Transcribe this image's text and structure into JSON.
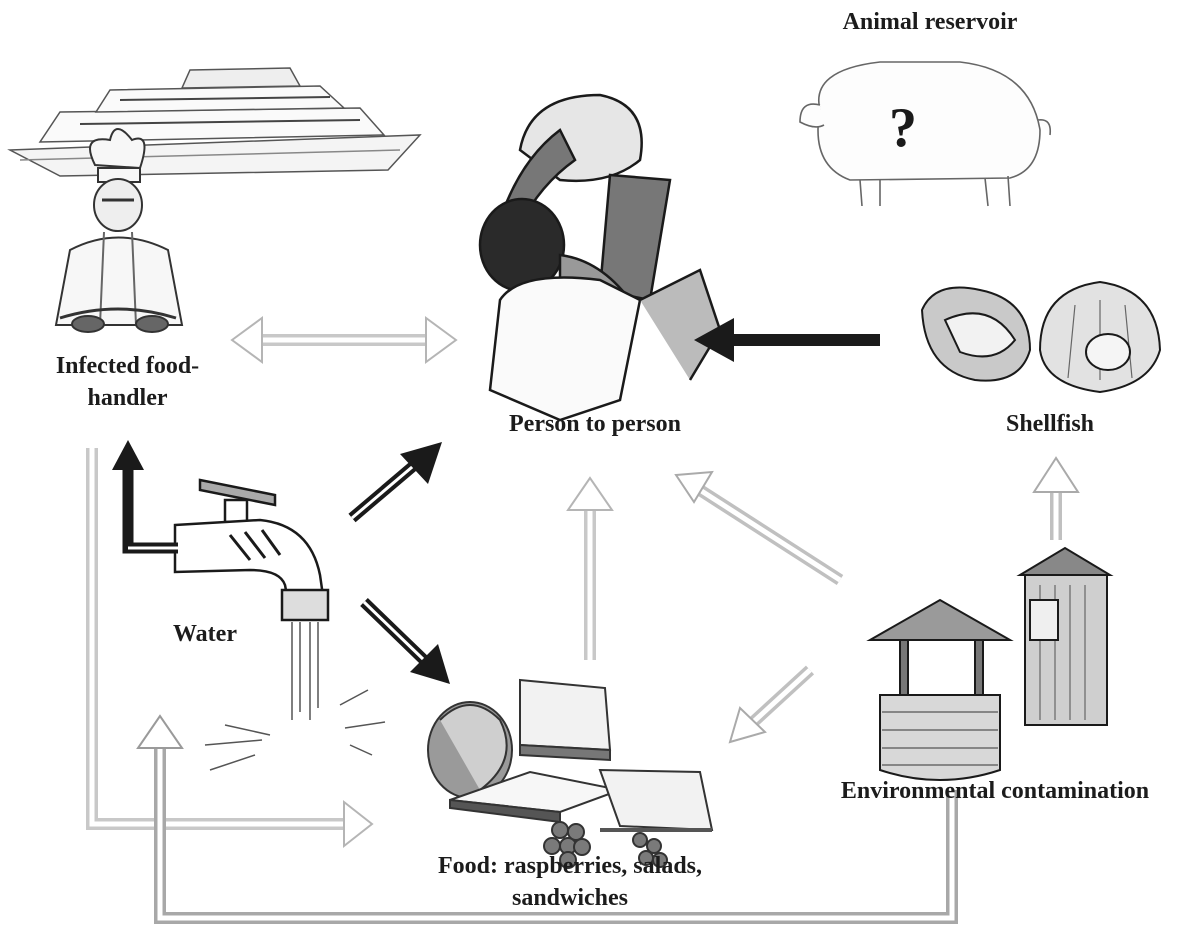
{
  "labels": {
    "animal_reservoir": "Animal reservoir",
    "unknown_mark": "?",
    "infected_food_handler": "Infected food-handler",
    "person_to_person": "Person to person",
    "shellfish": "Shellfish",
    "water": "Water",
    "environmental_contamination": "Environmental contamination",
    "food": "Food: raspberries, salads, sandwiches"
  },
  "colors": {
    "dark_arrow": "#1a1a1a",
    "light_arrow": "#bdbdbd",
    "text": "#1c1c1c"
  },
  "icons": [
    "cruise-ship-icon",
    "chef-icon",
    "pig-icon",
    "parents-child-icon",
    "shellfish-icon",
    "tap-icon",
    "food-icon",
    "well-icon",
    "outhouse-icon"
  ]
}
